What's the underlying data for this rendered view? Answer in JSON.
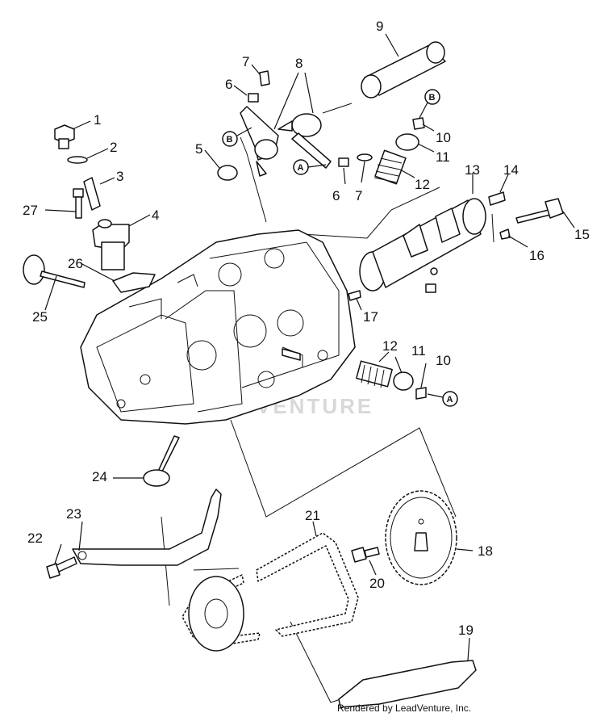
{
  "credit": "Rendered by LeadVenture, Inc.",
  "watermark": "VENTURE",
  "callouts": {
    "c1": "1",
    "c2": "2",
    "c3": "3",
    "c4": "4",
    "c5": "5",
    "c6a": "6",
    "c6b": "6",
    "c7a": "7",
    "c7b": "7",
    "c8": "8",
    "c9": "9",
    "c10a": "10",
    "c10b": "10",
    "c11a": "11",
    "c11b": "11",
    "c12a": "12",
    "c12b": "12",
    "c13": "13",
    "c14": "14",
    "c15": "15",
    "c16": "16",
    "c17": "17",
    "c18": "18",
    "c19": "19",
    "c20": "20",
    "c21": "21",
    "c22": "22",
    "c23": "23",
    "c24": "24",
    "c25": "25",
    "c26": "26",
    "c27": "27"
  },
  "markers": {
    "a1": "A",
    "a2": "A",
    "b1": "B",
    "b2": "B"
  }
}
